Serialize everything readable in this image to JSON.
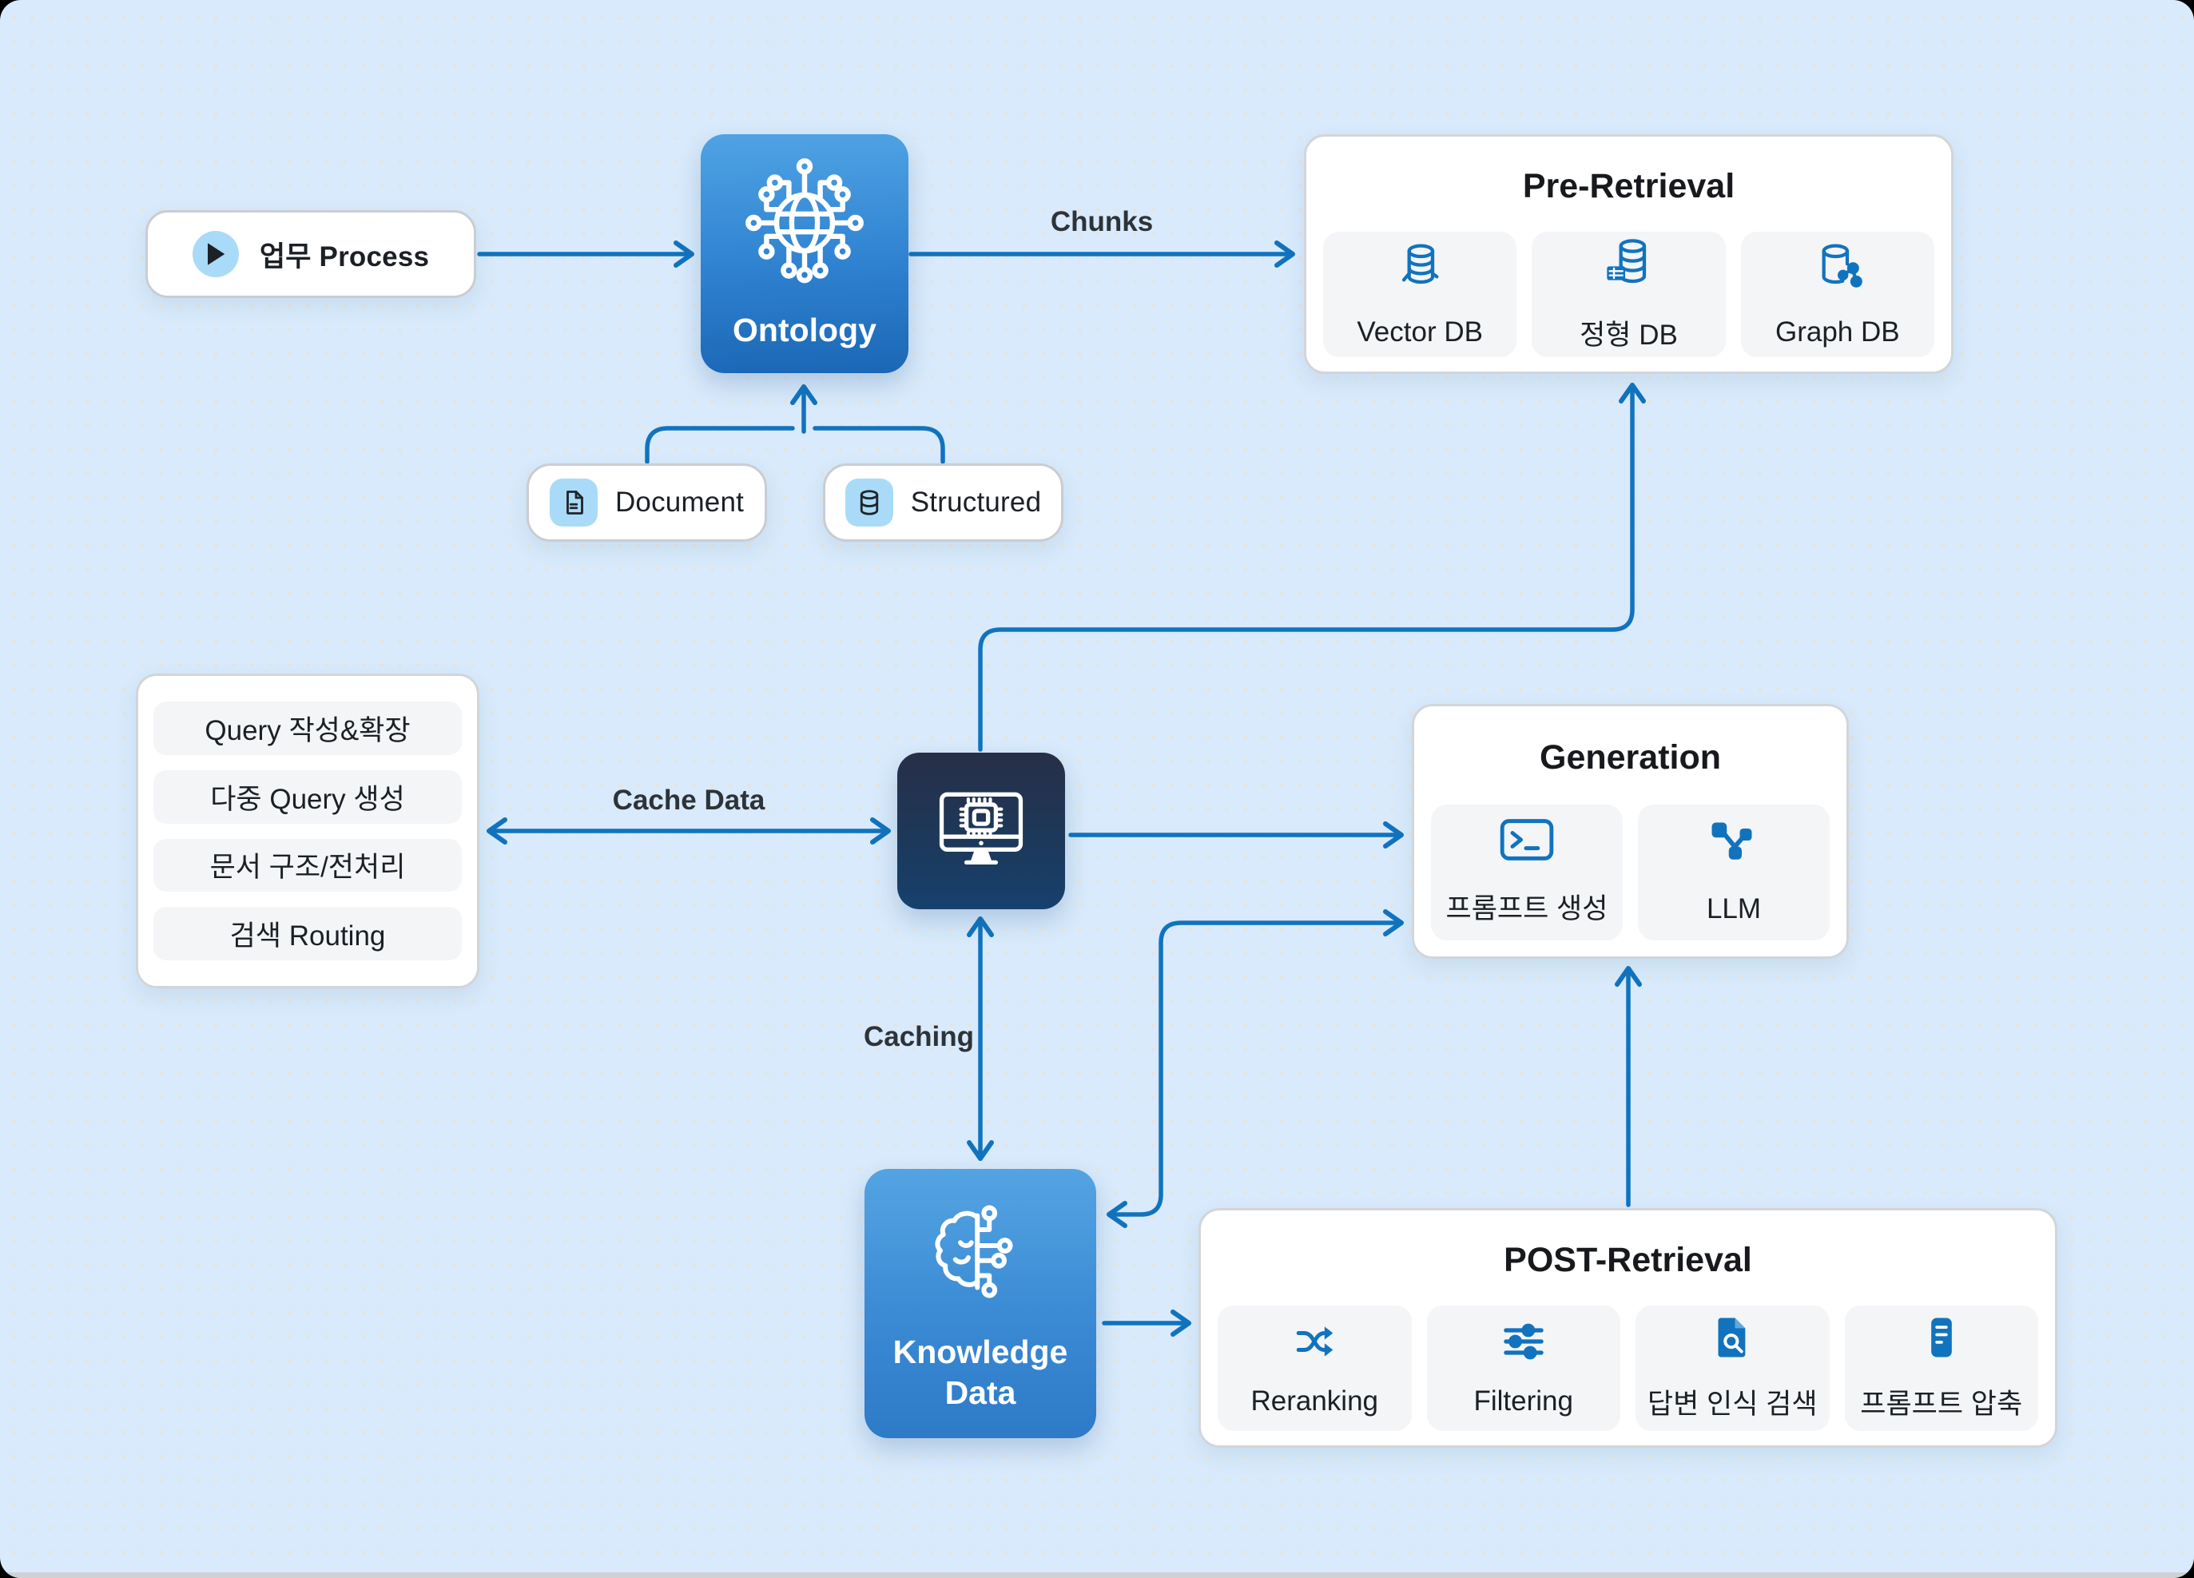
{
  "diagram": {
    "process": {
      "label": "업무 Process"
    },
    "ontology": {
      "label": "Ontology"
    },
    "document": {
      "label": "Document"
    },
    "structured": {
      "label": "Structured"
    },
    "pre_retrieval": {
      "title": "Pre-Retrieval",
      "items": [
        {
          "label": "Vector DB",
          "icon": "vector-db-icon"
        },
        {
          "label": "정형 DB",
          "icon": "relational-db-icon"
        },
        {
          "label": "Graph DB",
          "icon": "graph-db-icon"
        }
      ]
    },
    "query_panel": {
      "items": [
        "Query 작성&확장",
        "다중 Query 생성",
        "문서 구조/전처리",
        "검색 Routing"
      ]
    },
    "generation": {
      "title": "Generation",
      "items": [
        {
          "label": "프롬프트 생성",
          "icon": "terminal-icon"
        },
        {
          "label": "LLM",
          "icon": "network-nodes-icon"
        }
      ]
    },
    "knowledge": {
      "line1": "Knowledge",
      "line2": "Data"
    },
    "post_retrieval": {
      "title": "POST-Retrieval",
      "items": [
        {
          "label": "Reranking",
          "icon": "shuffle-icon"
        },
        {
          "label": "Filtering",
          "icon": "sliders-icon"
        },
        {
          "label": "답변 인식 검색",
          "icon": "document-search-icon"
        },
        {
          "label": "프롬프트 압축",
          "icon": "compress-icon"
        }
      ]
    },
    "edge_labels": {
      "chunks": "Chunks",
      "cache_data": "Cache Data",
      "caching": "Caching"
    }
  },
  "colors": {
    "background": "#D8EAFB",
    "arrow": "#1173BE",
    "icon_blue": "#1173BE",
    "icon_tile": "#A9DBF8",
    "blue_node_top": "#4FA3E4",
    "blue_node_bottom": "#1A67B5",
    "dark_node_top": "#272F47",
    "dark_node_bottom": "#16416D",
    "card_bg": "#FFFFFF",
    "subcard_bg": "#F4F5F7",
    "text_dark": "#1B2026"
  }
}
